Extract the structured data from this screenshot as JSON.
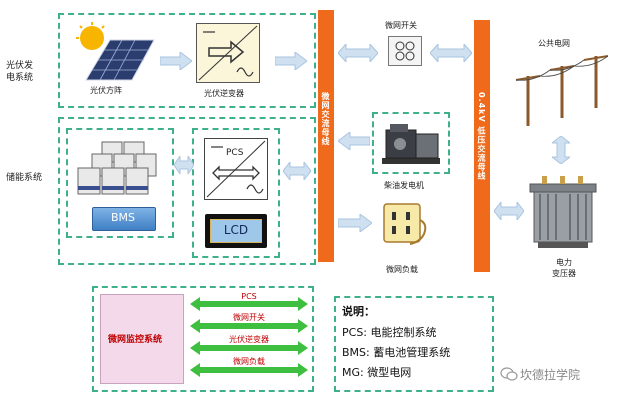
{
  "pv_system": {
    "label": "光伏发\n电系统",
    "panel_label": "光伏方阵",
    "inverter_label": "光伏逆变器"
  },
  "storage_system": {
    "label": "储能系统",
    "bms_label": "BMS",
    "pcs_label": "PCS",
    "lcd_label": "LCD"
  },
  "micro_ac_bus": {
    "label": "微网交流母线"
  },
  "lv_bus": {
    "label": "0.4kV 低压交流母线"
  },
  "micro_switch": {
    "label": "微网开关"
  },
  "diesel": {
    "label": "柴油发电机"
  },
  "load": {
    "label": "微网负载"
  },
  "public_grid": {
    "label": "公共电网"
  },
  "transformer": {
    "label": "电力\n变压器"
  },
  "monitor": {
    "label": "微网监控系统",
    "links": [
      "PCS",
      "微网开关",
      "光伏逆变器",
      "微网负载"
    ]
  },
  "legend": {
    "title": "说明：",
    "lines": [
      "PCS: 电能控制系统",
      "BMS: 蓄电池管理系统",
      "MG:  微型电网"
    ]
  },
  "watermark": {
    "text": "坎德拉学院"
  },
  "colors": {
    "accent_dash": "#3fb08c",
    "bus": "#ef6a1b",
    "monitor_text": "#c00000"
  }
}
